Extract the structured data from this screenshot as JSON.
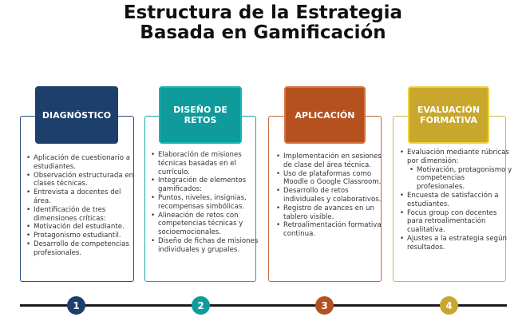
{
  "title": {
    "line1": "Estructura de la Estrategia",
    "line2": "Basada en Gamificación"
  },
  "colors": {
    "diagnostico": "#1d3f6b",
    "diseno": "#0f9b9b",
    "aplicacion": "#b4511f",
    "evaluacion": "#c9a72c"
  },
  "stages": [
    {
      "number": "1",
      "title": "DIAGNÓSTICO",
      "items": [
        "Aplicación de cuestionario a estudiantes.",
        "Observación estructurada en clases técnicas.",
        "Entrevista a docentes del área.",
        "Identificación de tres dimensiones críticas:",
        "Motivación del estudiante.",
        "Protagonismo estudiantil.",
        "Desarrollo de competencias profesionales."
      ]
    },
    {
      "number": "2",
      "title": "DISEÑO DE RETOS",
      "items": [
        "Elaboración de misiones técnicas basadas en el currículo.",
        "Integración de elementos gamificados:",
        "Puntos, niveles, insignias, recompensas simbólicas.",
        "Alineación de retos con competencias técnicas y socioemocionales.",
        "Diseño de fichas de misiones individuales y grupales."
      ]
    },
    {
      "number": "3",
      "title": "APLICACIÓN",
      "items": [
        "Implementación en sesiones de clase del área técnica.",
        "Uso de plataformas como Moodle o Google Classroom.",
        "Desarrollo de retos individuales y colaborativos.",
        "Registro de avances en un tablero visible.",
        "Retroalimentación formativa continua."
      ]
    },
    {
      "number": "4",
      "title_line1": "EVALUACIÓN",
      "title_line2": "FORMATIVA",
      "items": [
        "Evaluación mediante rúbricas por dimensión:",
        "Motivación, protagonismo y competencias profesionales.",
        "Encuesta de satisfacción a estudiantes.",
        "Focus group con docentes para retroalimentación cualitativa.",
        "Ajustes a la estrategia según resultados."
      ]
    }
  ]
}
